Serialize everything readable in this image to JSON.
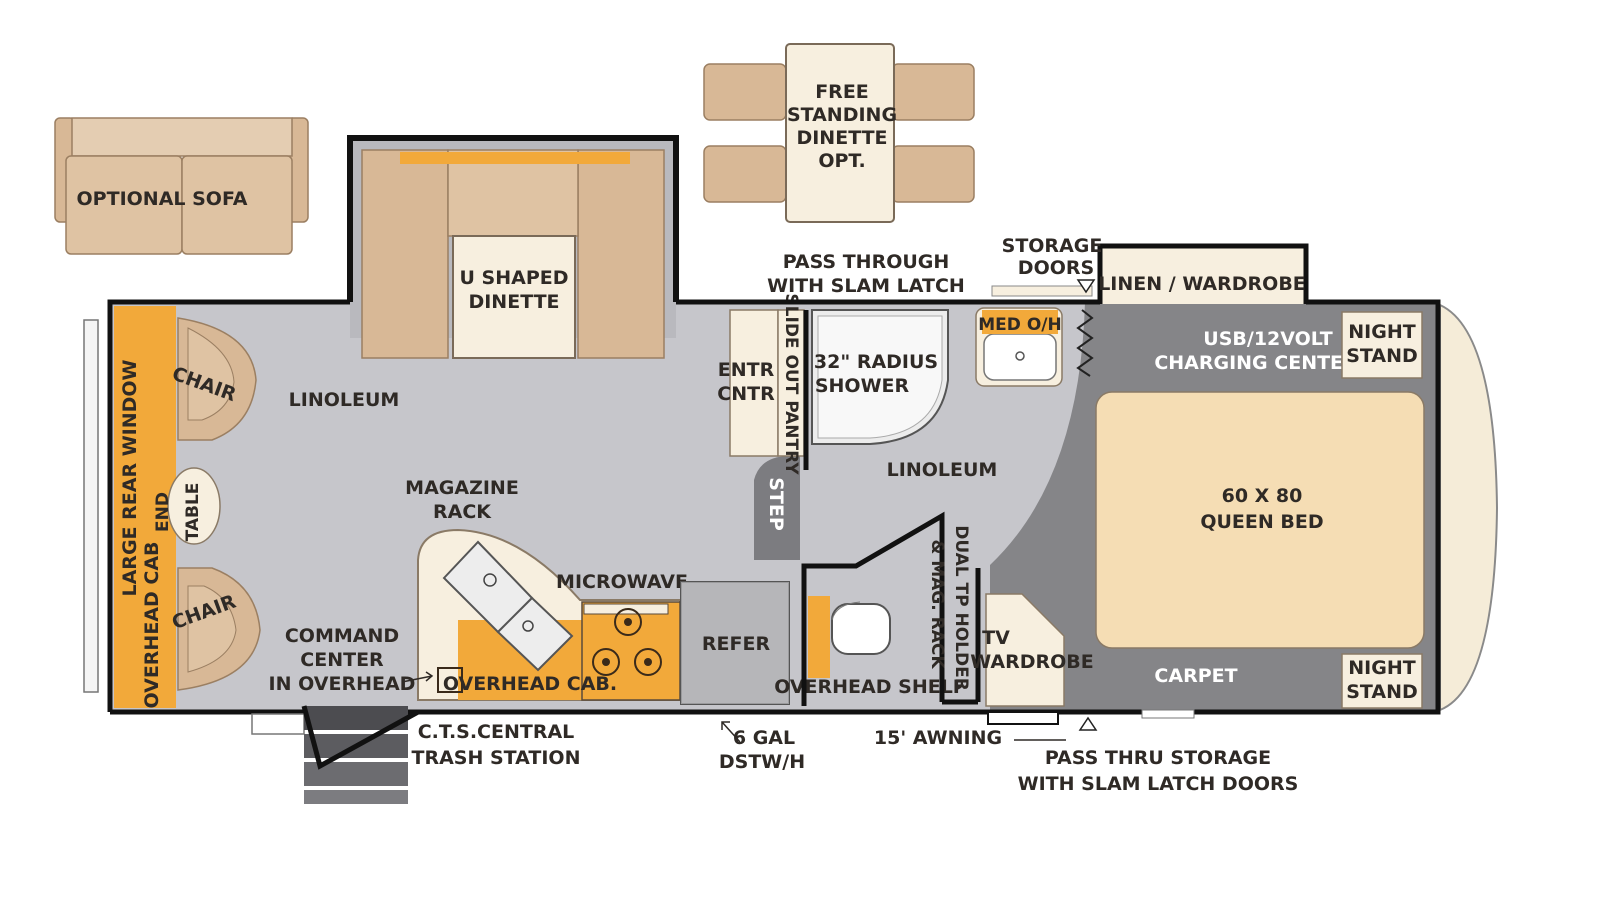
{
  "colors": {
    "floor": "#c6c6cb",
    "bedroom_floor": "#858588",
    "cabinet": "#f2a93a",
    "furniture": "#d8b896",
    "furniture_dark": "#b99a79",
    "cream": "#f7efdf",
    "wall": "#111111",
    "text": "#2f2a26"
  },
  "labels": {
    "optional_sofa": "OPTIONAL SOFA",
    "dinette_l1": "FREE",
    "dinette_l2": "STANDING",
    "dinette_l3": "DINETTE",
    "dinette_l4": "OPT.",
    "u_dinette_l1": "U SHAPED",
    "u_dinette_l2": "DINETTE",
    "pass_through_l1": "PASS THROUGH",
    "pass_through_l2": "WITH SLAM LATCH",
    "storage_doors_l1": "STORAGE",
    "storage_doors_l2": "DOORS",
    "linen_wardrobe": "LINEN / WARDROBE",
    "usb_l1": "USB/12VOLT",
    "usb_l2": "CHARGING CENTER",
    "night_stand_l1": "NIGHT",
    "night_stand_l2": "STAND",
    "night_stand2_l1": "NIGHT",
    "night_stand2_l2": "STAND",
    "queen_bed_l1": "60 X 80",
    "queen_bed_l2": "QUEEN BED",
    "carpet": "CARPET",
    "linoleum_front": "LINOLEUM",
    "linoleum_bath": "LINOLEUM",
    "chair_top": "CHAIR",
    "chair_bottom": "CHAIR",
    "end_table_l1": "END",
    "end_table_l2": "TABLE",
    "large_rear_window": "LARGE REAR WINDOW",
    "overhead_cab_rear": "OVERHEAD CAB",
    "entr_cntr_l1": "ENTR",
    "entr_cntr_l2": "CNTR",
    "slide_out_pantry": "SLIDE OUT PANTRY",
    "shower_l1": "32\" RADIUS",
    "shower_l2": "SHOWER",
    "med_oh": "MED O/H",
    "magazine_rack_l1": "MAGAZINE",
    "magazine_rack_l2": "RACK",
    "microwave": "MICROWAVE",
    "refer": "REFER",
    "step": "STEP",
    "command_l1": "COMMAND",
    "command_l2": "CENTER",
    "command_l3": "IN OVERHEAD",
    "overhead_cab_kitchen": "OVERHEAD CAB.",
    "overhead_shelf": "OVERHEAD SHELF",
    "tp_holder_l1": "DUAL TP HOLDER",
    "tp_holder_l2": "& MAG. RACK",
    "tv_l1": "TV",
    "tv_l2": "WARDROBE",
    "cts_l1": "C.T.S.CENTRAL",
    "cts_l2": "TRASH  STATION",
    "dstw_l1": "6 GAL",
    "dstw_l2": "DSTW/H",
    "awning": "15' AWNING",
    "pass_thru_l1": "PASS THRU STORAGE",
    "pass_thru_l2": "WITH SLAM LATCH DOORS"
  }
}
